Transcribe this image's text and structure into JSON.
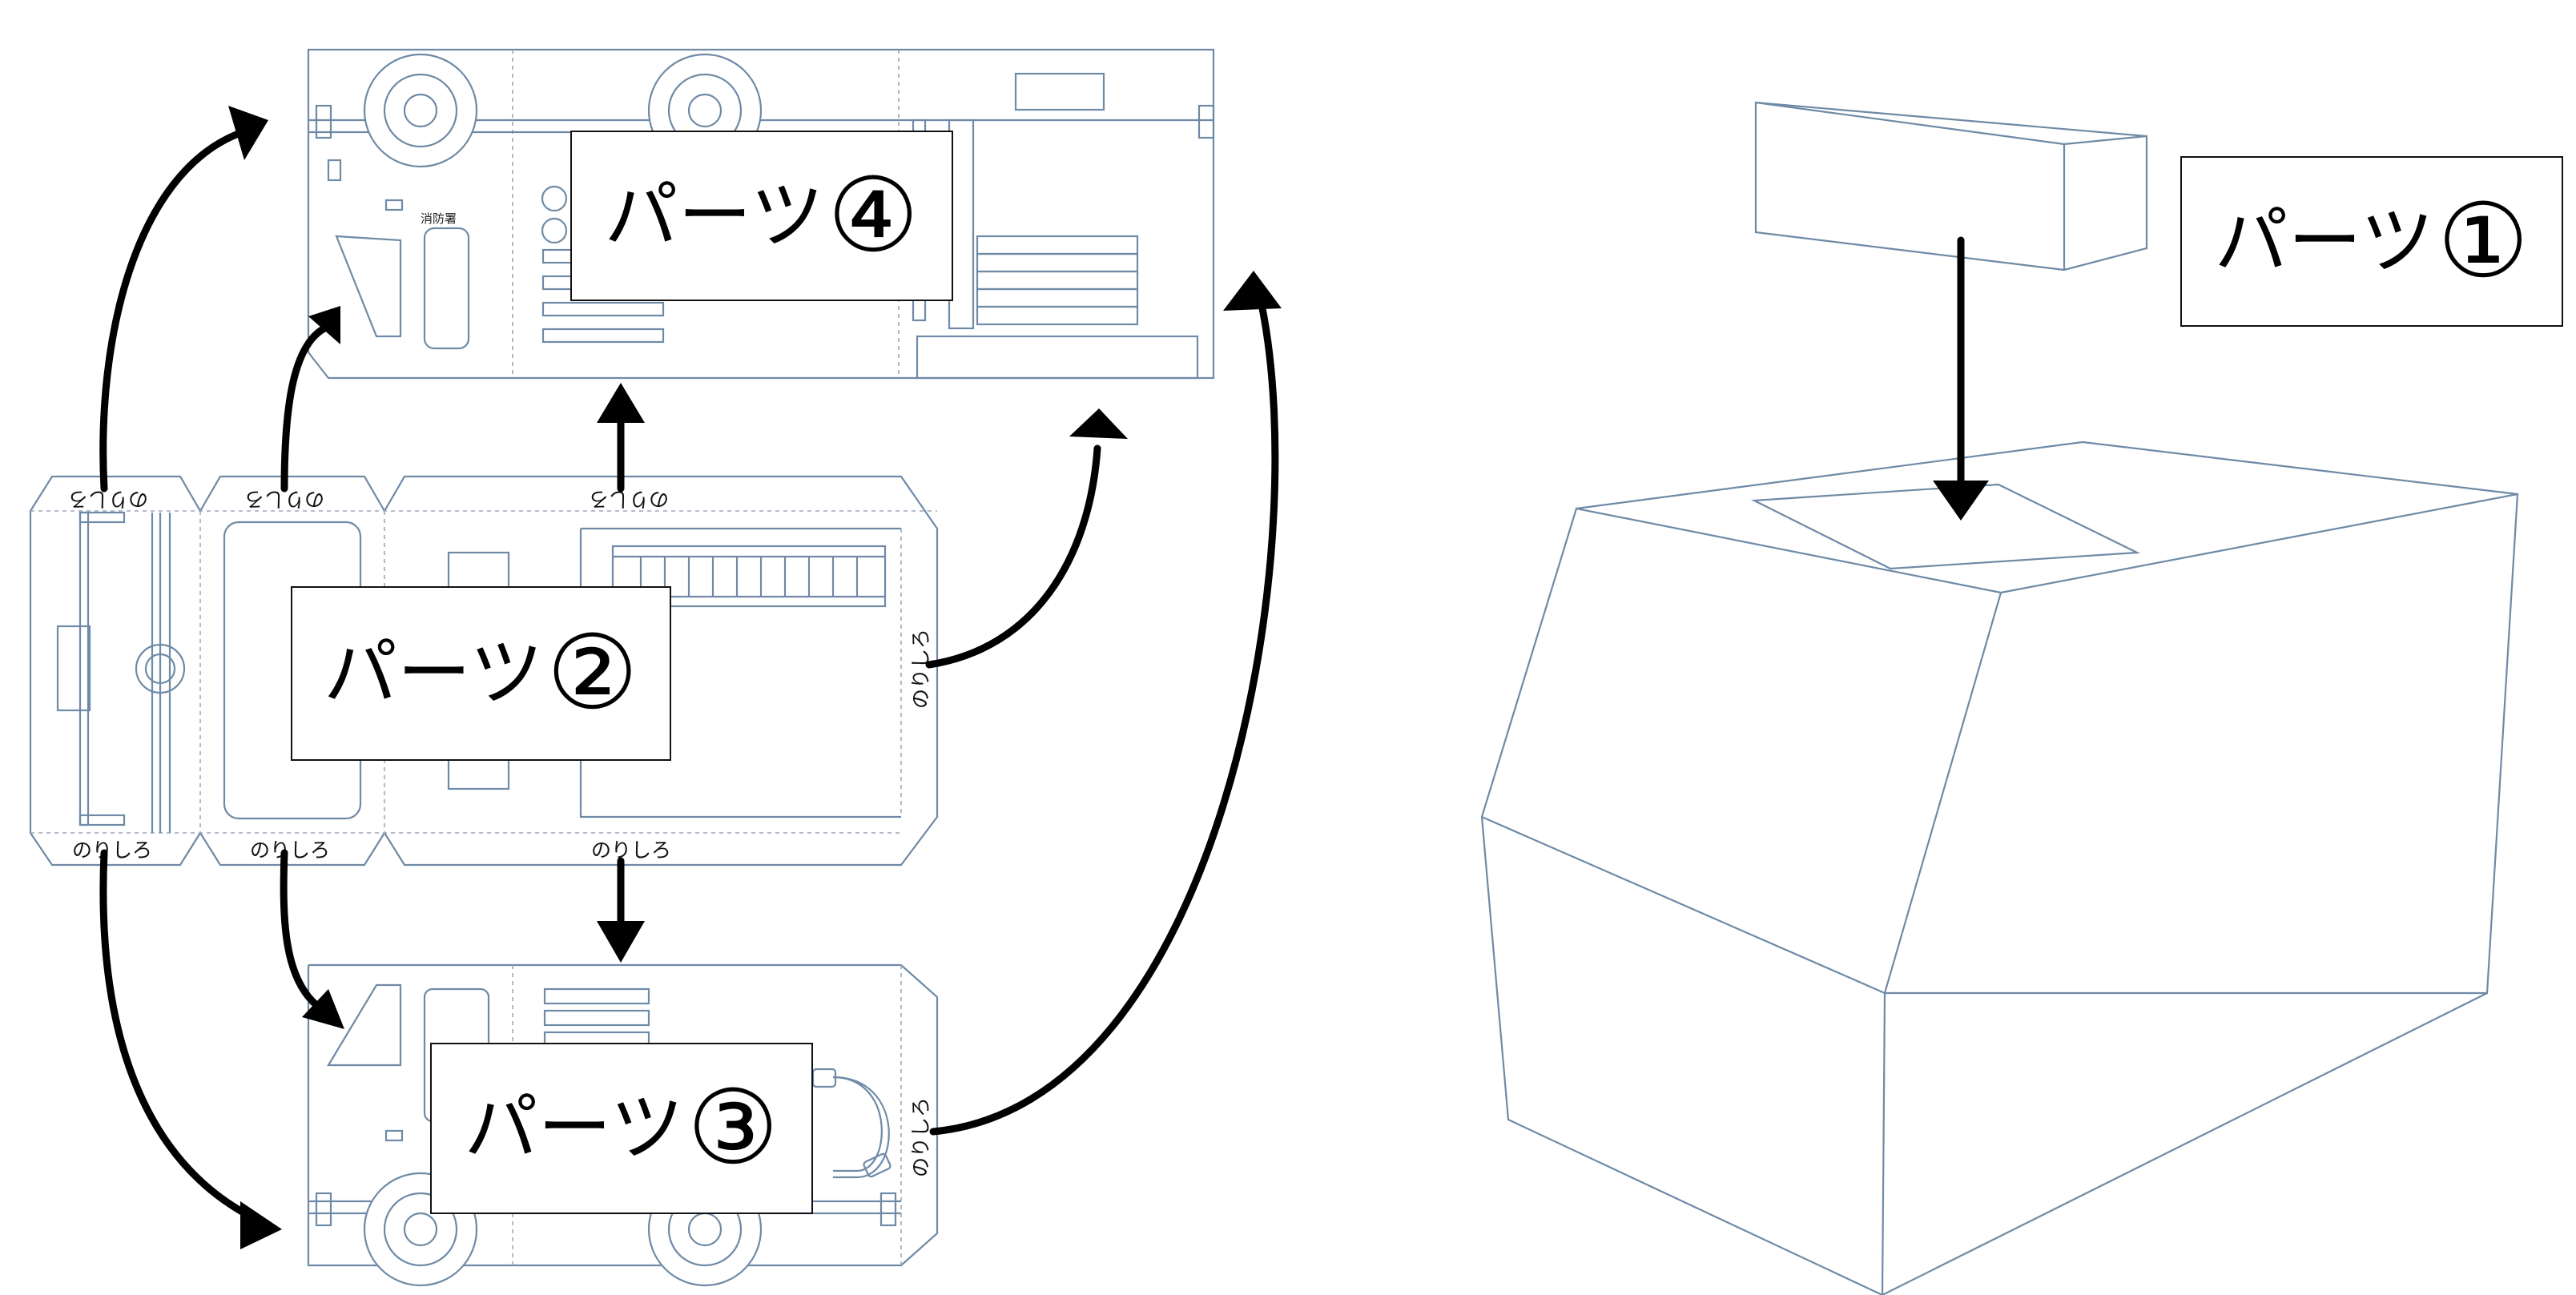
{
  "parts": {
    "p1": {
      "label": "パーツ",
      "num": "①"
    },
    "p2": {
      "label": "パーツ",
      "num": "②"
    },
    "p3": {
      "label": "パーツ",
      "num": "③"
    },
    "p4": {
      "label": "パーツ",
      "num": "④"
    }
  },
  "glue_tabs": {
    "top": "のりしろ",
    "bottom": "のりしろ",
    "side": "のりしろ"
  },
  "emblem_text": "消防署",
  "colors": {
    "outline": "#6f8aa6",
    "arrow": "#000000",
    "background": "#ffffff"
  }
}
